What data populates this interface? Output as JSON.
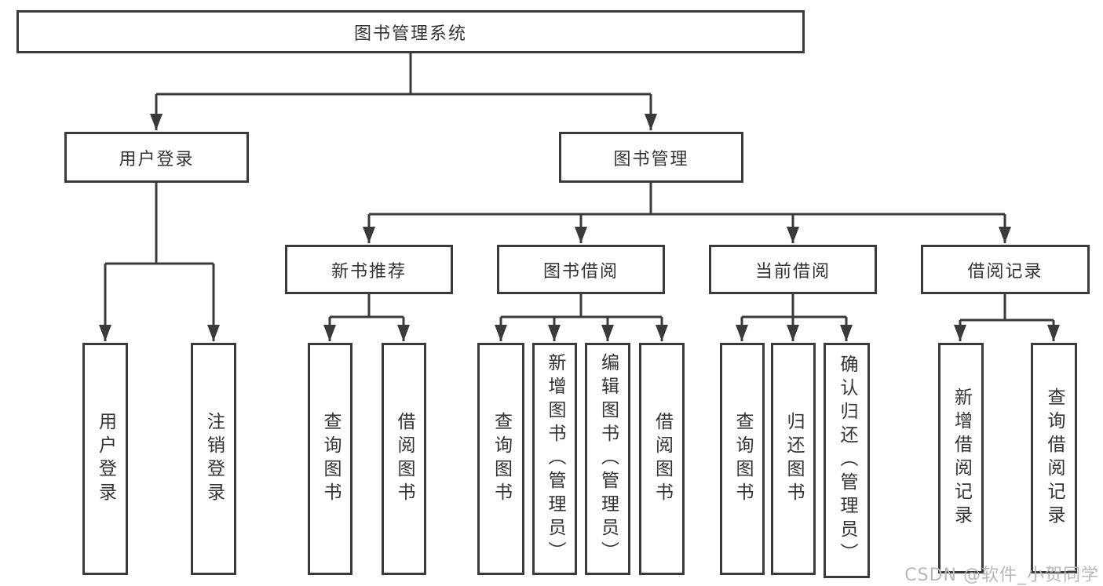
{
  "diagram": {
    "root": {
      "label": "图书管理系统"
    },
    "level2": [
      {
        "label": "用户登录"
      },
      {
        "label": "图书管理"
      }
    ],
    "level3": [
      {
        "label": "新书推荐"
      },
      {
        "label": "图书借阅"
      },
      {
        "label": "当前借阅"
      },
      {
        "label": "借阅记录"
      }
    ],
    "leaves": {
      "user_login": [
        {
          "label": "用户登录"
        },
        {
          "label": "注销登录"
        }
      ],
      "new_book_recommendation": [
        {
          "label": "查询图书"
        },
        {
          "label": "借阅图书"
        }
      ],
      "book_borrowing": [
        {
          "label": "查询图书"
        },
        {
          "label": "新增图书（管理员）"
        },
        {
          "label": "编辑图书（管理员）"
        },
        {
          "label": "借阅图书"
        }
      ],
      "current_borrowing": [
        {
          "label": "查询图书"
        },
        {
          "label": "归还图书"
        },
        {
          "label": "确认归还（管理员）"
        }
      ],
      "borrowing_records": [
        {
          "label": "新增借阅记录"
        },
        {
          "label": "查询借阅记录"
        }
      ]
    },
    "watermark": "CSDN @软件_小贺同学",
    "colors": {
      "line": "#3a3a3a",
      "text": "#333333",
      "watermark": "#b8b8b8",
      "background": "#ffffff"
    }
  }
}
